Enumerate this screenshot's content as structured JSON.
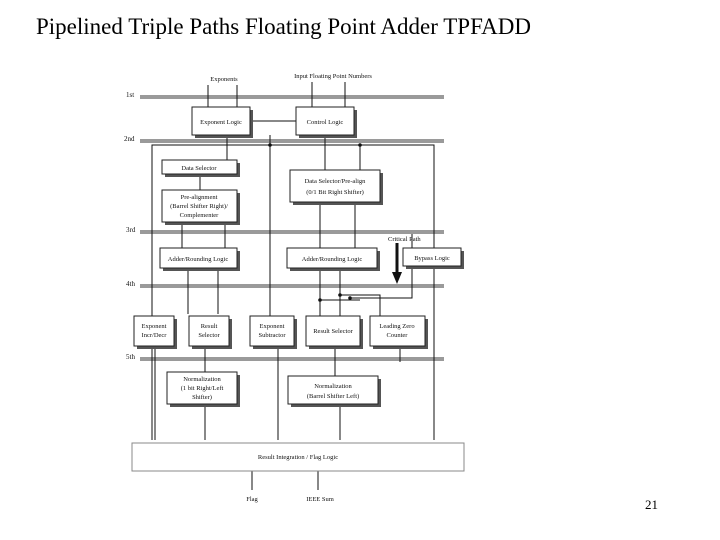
{
  "slide": {
    "title": "Pipelined Triple Paths Floating Point Adder TPFADD",
    "page_number": "21"
  },
  "diagram": {
    "inputs": {
      "exponents": "Exponents",
      "input_numbers": "Input Floating Point Numbers"
    },
    "outputs": {
      "flag": "Flag",
      "ieee_sum": "IEEE Sum"
    },
    "stages": [
      "1st",
      "2nd",
      "3rd",
      "4th",
      "5th"
    ],
    "critical_path": "Critical Path",
    "blocks": {
      "exponent_logic": [
        "Exponent Logic"
      ],
      "control_logic": [
        "Control Logic"
      ],
      "data_selector": [
        "Data Selector"
      ],
      "pre_alignment": [
        "Pre-alignment",
        "(Barrel Shifter Right)/",
        "Complementer"
      ],
      "data_selector_prealign": [
        "Data Selector/Pre-align",
        "(0/1 Bit Right Shifter)"
      ],
      "adder_rounding_left": [
        "Adder/Rounding Logic"
      ],
      "adder_rounding_mid": [
        "Adder/Rounding Logic"
      ],
      "bypass_logic": [
        "Bypass Logic"
      ],
      "exponent_incr_decr": [
        "Exponent",
        "Incr/Decr"
      ],
      "result_selector_left": [
        "Result",
        "Selector"
      ],
      "exponent_subtractor": [
        "Exponent",
        "Subtractor"
      ],
      "result_selector_mid": [
        "Result Selector"
      ],
      "leading_zero_counter": [
        "Leading Zero",
        "Counter"
      ],
      "normalization_left": [
        "Normalization",
        "(1 bit Right/Left",
        "Shifter)"
      ],
      "normalization_right": [
        "Normalization",
        "(Barrel Shifter Left)"
      ],
      "result_integration": [
        "Result Integration / Flag Logic"
      ]
    }
  }
}
